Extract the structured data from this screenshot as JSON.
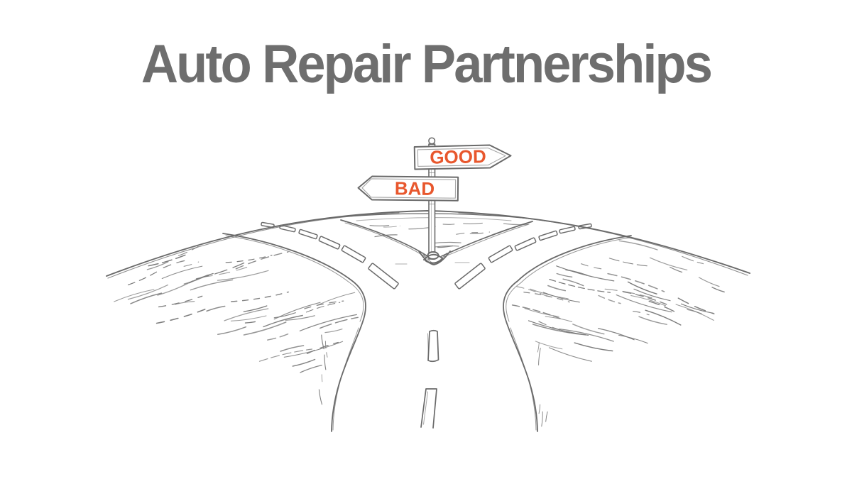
{
  "title": "Auto Repair Partnerships",
  "signpost": {
    "good_label": "GOOD",
    "bad_label": "BAD"
  },
  "colors": {
    "background": "#ffffff",
    "title_text": "#6e6e6e",
    "sketch_line": "#6a6a6a",
    "sign_text": "#e8572d"
  }
}
